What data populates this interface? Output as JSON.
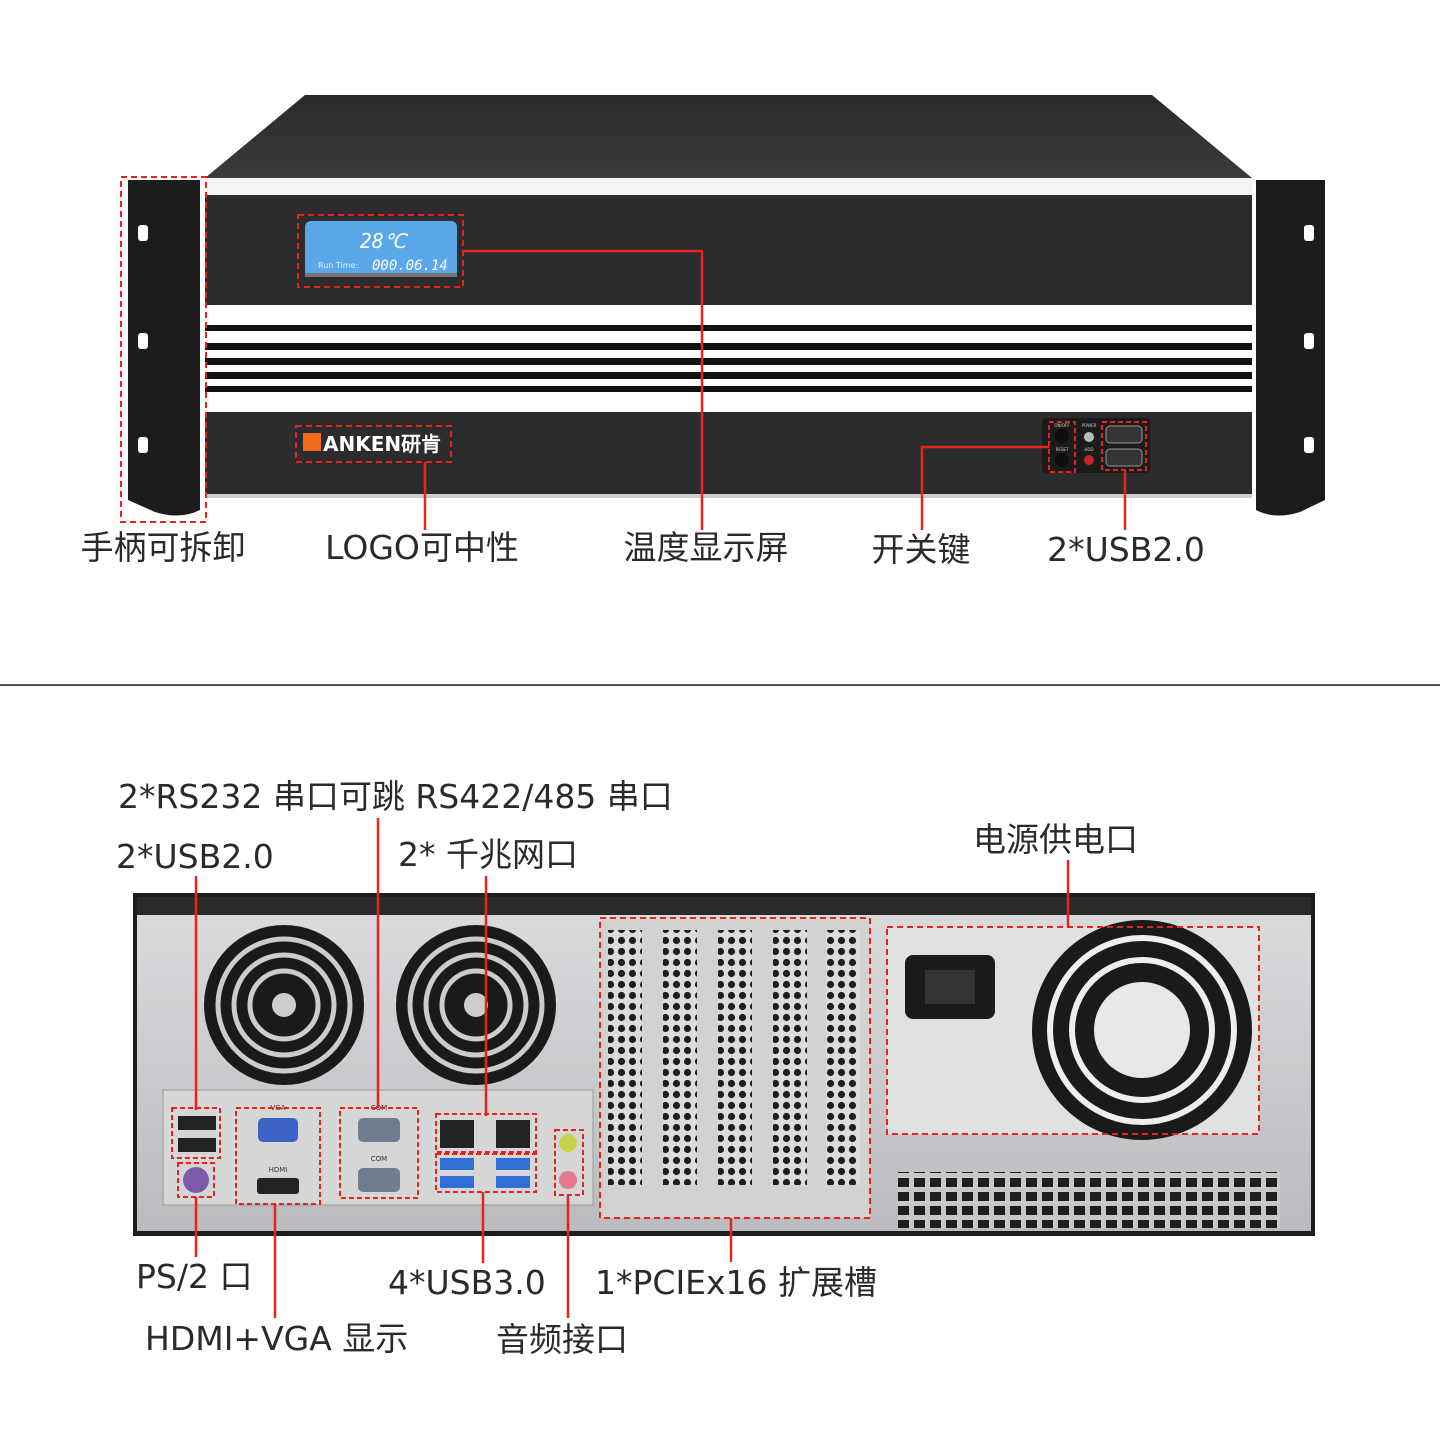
{
  "front": {
    "lcd": {
      "temperature": "28℃",
      "runtime_label": "Run Time:",
      "runtime_value": "000.06.14"
    },
    "logo": "ANKEN研肯",
    "buttons": {
      "power_switch": "ON/OFF",
      "reset": "RESET",
      "power_led": "POWER",
      "hdd_led": "HDD"
    },
    "labels": {
      "handle": "手柄可拆卸",
      "logo": "LOGO可中性",
      "display": "温度显示屏",
      "switch": "开关键",
      "usb": "2*USB2.0"
    }
  },
  "rear": {
    "port_labels": {
      "vga": "VGA",
      "hdmi": "HDMI",
      "com1": "COM",
      "com2": "COM"
    },
    "labels": {
      "serial": "2*RS232 串口可跳 RS422/485 串口",
      "usb2": "2*USB2.0",
      "lan": "2* 千兆网口",
      "power": "电源供电口",
      "ps2": "PS/2 口",
      "display": "HDMI+VGA 显示",
      "usb3": "4*USB3.0",
      "pcie": "1*PCIEx16 扩展槽",
      "audio": "音频接口"
    }
  },
  "colors": {
    "accent_red": "#e8231b",
    "chassis_dark": "#2b2b2d",
    "lcd_blue": "#5aa8ea"
  }
}
